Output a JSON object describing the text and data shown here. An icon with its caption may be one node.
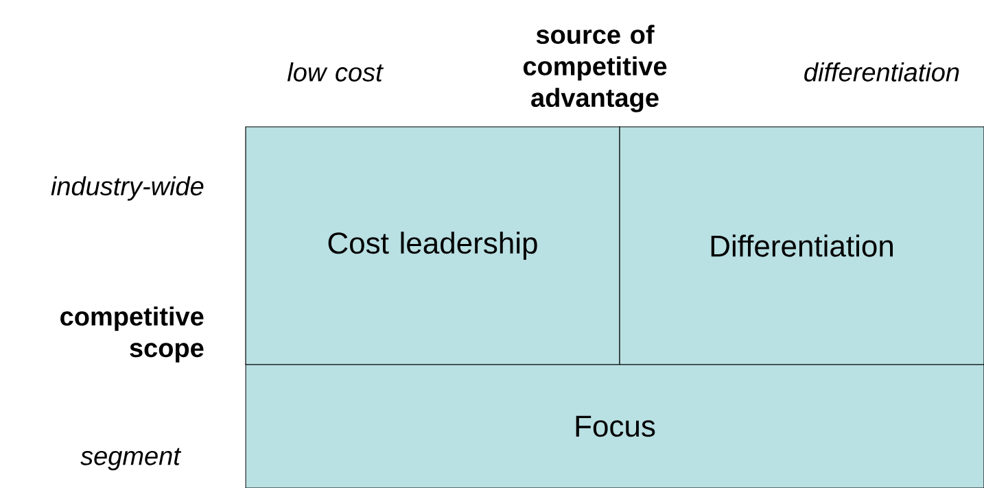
{
  "diagram": {
    "nodes": [
      {
        "text": [
          "Cost leadership"
        ]
      },
      {
        "text": [
          "Differentiation"
        ]
      },
      {
        "text": [
          "Focus"
        ]
      }
    ],
    "labels": [
      "source of competitive advantage",
      "low cost",
      "differentiation",
      "industry-wide",
      "competitive scope",
      "segment"
    ]
  }
}
